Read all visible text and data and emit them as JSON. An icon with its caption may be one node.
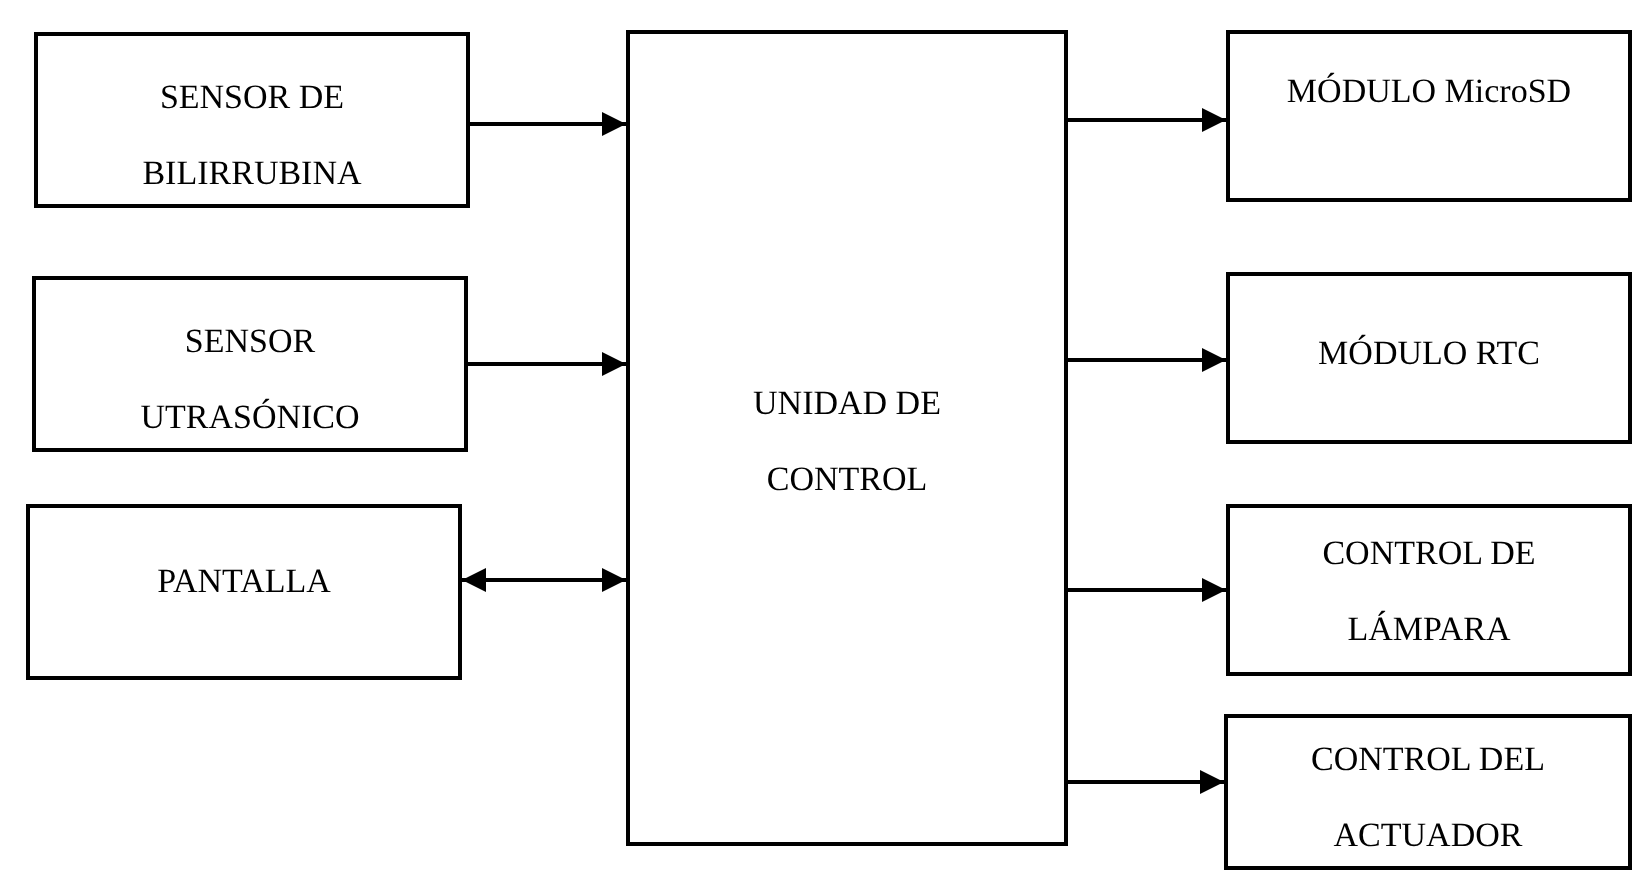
{
  "diagram": {
    "nodes": [
      {
        "text": [
          "SENSOR DE BILIRRUBINA"
        ]
      },
      {
        "text": [
          "SENSOR UTRASÓNICO"
        ]
      },
      {
        "text": [
          "PANTALLA"
        ]
      },
      {
        "text": [
          "UNIDAD DE CONTROL"
        ]
      },
      {
        "text": [
          "MÓDULO MicroSD"
        ]
      },
      {
        "text": [
          "MÓDULO RTC"
        ]
      },
      {
        "text": [
          "CONTROL DE LÁMPARA"
        ]
      },
      {
        "text": [
          "CONTROL DEL ACTUADOR"
        ]
      }
    ],
    "edges": [
      {
        "from": 0,
        "to": 3,
        "arrow": "to"
      },
      {
        "from": 1,
        "to": 3,
        "arrow": "to"
      },
      {
        "from": 2,
        "to": 3,
        "arrow": "both"
      },
      {
        "from": 3,
        "to": 4,
        "arrow": "to"
      },
      {
        "from": 3,
        "to": 5,
        "arrow": "to"
      },
      {
        "from": 3,
        "to": 6,
        "arrow": "to"
      },
      {
        "from": 3,
        "to": 7,
        "arrow": "to"
      }
    ]
  }
}
